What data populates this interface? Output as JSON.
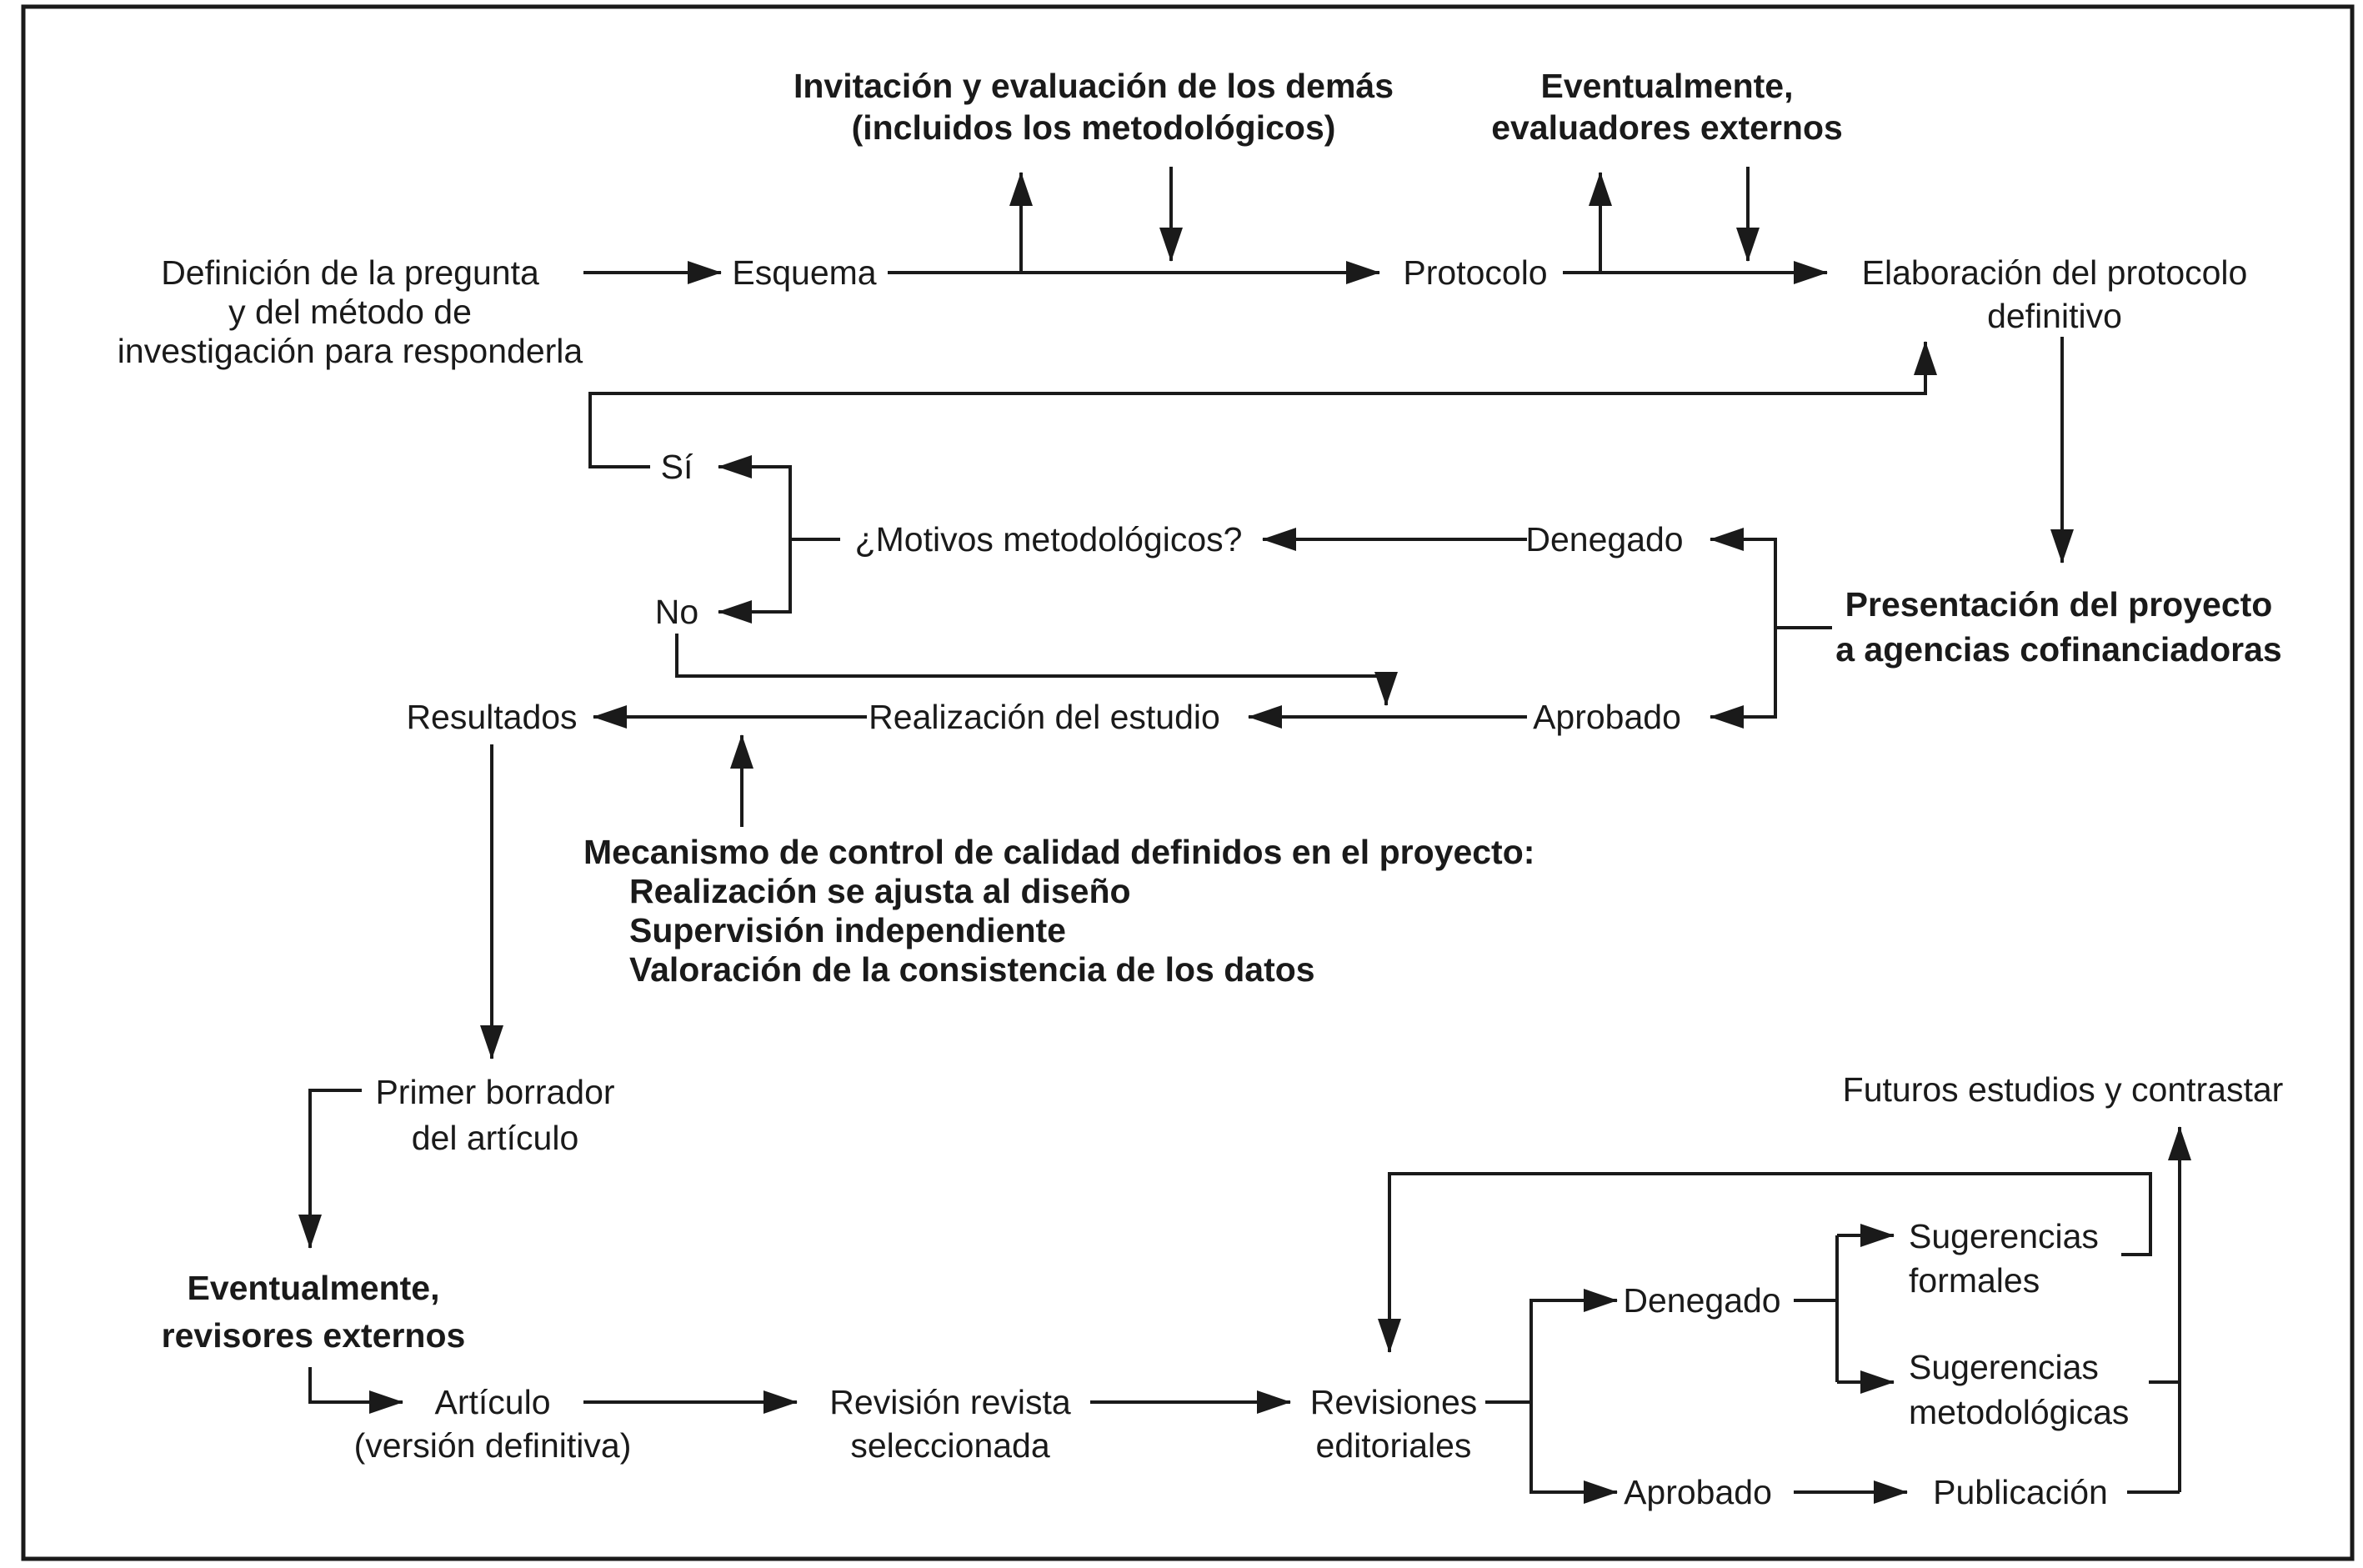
{
  "figure": {
    "type": "flowchart",
    "language": "es",
    "background_color": "#ffffff",
    "ink_color": "#1a1a1a",
    "description": "Proceso de investigación y publicación científica"
  },
  "nodes": {
    "definicion": {
      "lines": [
        "Definición de la pregunta",
        "y del método de",
        "investigación para responderla"
      ]
    },
    "esquema": {
      "label": "Esquema"
    },
    "invitacion": {
      "lines": [
        "Invitación y evaluación de los demás",
        "(incluidos los metodológicos)"
      ]
    },
    "protocolo": {
      "label": "Protocolo"
    },
    "evaluadores_externos": {
      "lines": [
        "Eventualmente,",
        "evaluadores externos"
      ]
    },
    "elaboracion": {
      "lines": [
        "Elaboración del protocolo",
        "definitivo"
      ]
    },
    "presentacion": {
      "lines": [
        "Presentación del proyecto",
        "a agencias cofinanciadoras"
      ]
    },
    "denegado_proyecto": {
      "label": "Denegado"
    },
    "aprobado_proyecto": {
      "label": "Aprobado"
    },
    "motivos": {
      "label": "¿Motivos metodológicos?"
    },
    "si": {
      "label": "Sí"
    },
    "no": {
      "label": "No"
    },
    "realizacion": {
      "label": "Realización del estudio"
    },
    "resultados": {
      "label": "Resultados"
    },
    "mecanismo": {
      "lines": [
        "Mecanismo de control de calidad definidos en el proyecto:",
        "Realización se ajusta al diseño",
        "Supervisión independiente",
        "Valoración de la consistencia de los datos"
      ]
    },
    "primer_borrador": {
      "lines": [
        "Primer borrador",
        "del artículo"
      ]
    },
    "revisores_externos": {
      "lines": [
        "Eventualmente,",
        "revisores externos"
      ]
    },
    "articulo": {
      "lines": [
        "Artículo",
        "(versión definitiva)"
      ]
    },
    "revision_revista": {
      "lines": [
        "Revisión revista",
        "seleccionada"
      ]
    },
    "revisiones_editoriales": {
      "lines": [
        "Revisiones",
        "editoriales"
      ]
    },
    "denegado_revision": {
      "label": "Denegado"
    },
    "aprobado_revision": {
      "label": "Aprobado"
    },
    "sugerencias_formales": {
      "lines": [
        "Sugerencias",
        "formales"
      ]
    },
    "sugerencias_metodologicas": {
      "lines": [
        "Sugerencias",
        "metodológicas"
      ]
    },
    "publicacion": {
      "label": "Publicación"
    },
    "futuros": {
      "label": "Futuros estudios y contrastar"
    }
  }
}
